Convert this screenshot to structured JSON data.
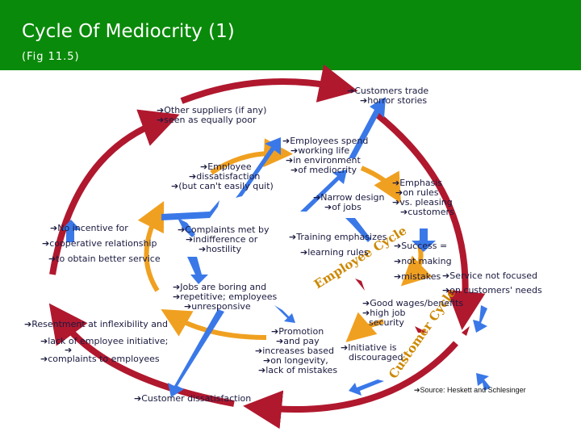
{
  "title": "Cycle Of Mediocrity (1)",
  "subtitle": "(Fig 11.5)",
  "arrow_marker": "➔",
  "colors": {
    "header_bg": "#0a8a0a",
    "outer_cycle": "#b0182e",
    "inner_cycle": "#f0a020",
    "connector_arrows": "#3a78e8",
    "curved_text": "#cc8800",
    "label_text": "#1a1a40"
  },
  "labels": {
    "customers_trade": [
      "➔Customers trade",
      "➔horror stories"
    ],
    "other_suppliers": [
      "➔Other suppliers (if any)",
      "➔seen as equally poor"
    ],
    "employees_spend": [
      "➔Employees spend",
      "➔working life",
      "➔in environment",
      "➔of mediocrity"
    ],
    "employee_dissatisfaction": [
      "➔Employee",
      "➔dissatisfaction",
      "➔(but can't easily quit)"
    ],
    "narrow_design": [
      "➔Narrow design",
      "➔of jobs"
    ],
    "emphasis_rules": [
      "➔Emphasis",
      "➔on rules",
      "➔vs. pleasing",
      "➔customers"
    ],
    "no_incentive": [
      "➔No incentive for",
      "➔cooperative relationship",
      "➔to obtain better service"
    ],
    "complaints_met": [
      "➔Complaints met by",
      "➔indifference or",
      "➔hostility"
    ],
    "training_emphasizes": [
      "➔Training emphasizes",
      "➔learning rules"
    ],
    "success_equals": [
      "➔Success =",
      "➔not making",
      "➔mistakes"
    ],
    "service_not_focused": [
      "➔Service not focused",
      "➔on customers' needs"
    ],
    "jobs_boring": [
      "➔Jobs are boring and",
      "➔repetitive; employees",
      "➔unresponsive"
    ],
    "good_wages": [
      "➔Good wages/benefits",
      "➔high job",
      "security"
    ],
    "resentment": [
      "➔Resentment at inflexibility and",
      "➔lack of employee initiative;",
      "➔",
      "➔complaints to employees"
    ],
    "promotion": [
      "➔Promotion",
      "➔and pay",
      "➔increases based",
      "➔on longevity,",
      "➔lack of mistakes"
    ],
    "initiative": [
      "➔Initiative is",
      "discouraged"
    ],
    "customer_dissatisfaction": [
      "➔Customer dissatisfaction"
    ],
    "source": "➔Source: Heskett and Schlesinger"
  },
  "curved_words": {
    "employee_cycle": "Employee Cycle",
    "customer_cycle": "Customer Cycle"
  }
}
